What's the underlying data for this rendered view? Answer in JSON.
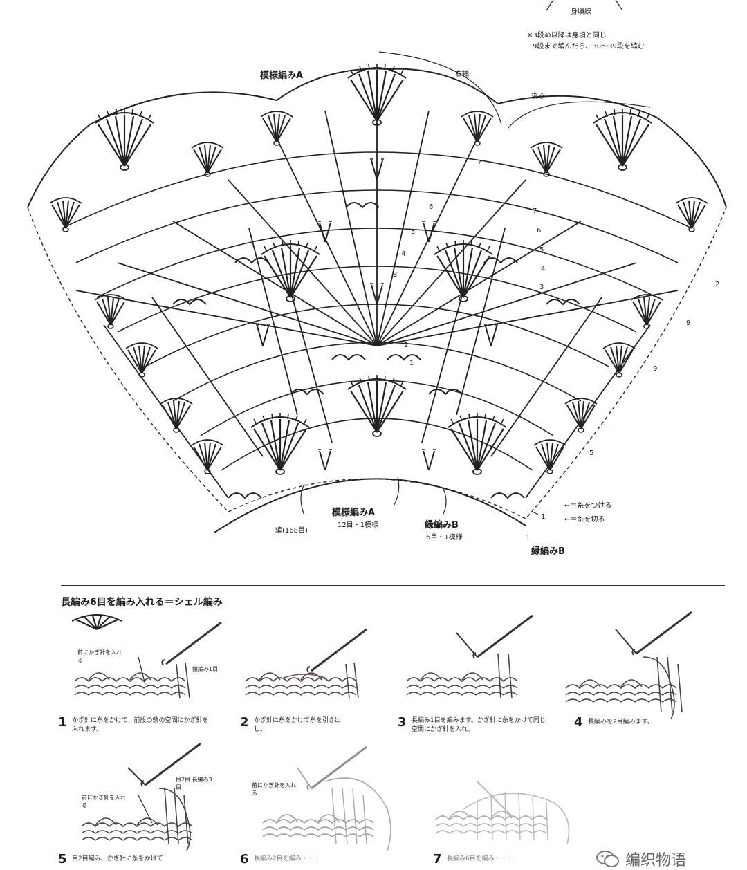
{
  "top": {
    "header_label": "身頃線",
    "note_line1": "※3段め以降は身頃と同じ",
    "note_line2": "9段まで編んだら、30〜39段を編む",
    "pattern_a_label": "模様編みA",
    "right_label": "右袖",
    "left_label": "後ろ",
    "row_markers": [
      "2",
      "9",
      "9",
      "5",
      "1",
      "1"
    ],
    "inner_row_numbers": [
      "7",
      "6",
      "5",
      "4",
      "3",
      "7",
      "6",
      "5",
      "4",
      "3",
      "2",
      "1"
    ]
  },
  "bottom_labels": {
    "start_count": "編(168目)",
    "pattern_a_title": "模様編みA",
    "pattern_a_repeat": "12目・1模様",
    "edge_b_title": "縁編みB",
    "edge_b_repeat": "6目・1模様",
    "edge_b_title2": "縁編みB",
    "legend_attach": "←＝糸をつける",
    "legend_cut": "←＝糸を切る"
  },
  "section": {
    "title": "長編み6目を編み入れる＝シェル編み"
  },
  "steps": [
    {
      "num": "1",
      "callout": "前にかぎ針を入れる",
      "callout2": "鎖編み1目",
      "caption": "かぎ針に糸をかけて、前段の鎖の空間にかぎ針を入れます。"
    },
    {
      "num": "2",
      "callout": "",
      "callout2": "",
      "caption": "かぎ針に糸をかけて糸を引き出し。"
    },
    {
      "num": "3",
      "callout": "",
      "callout2": "",
      "caption": "長編み1目を編みます。かぎ針に糸をかけて同じ空間にかぎ針を入れ。"
    },
    {
      "num": "4",
      "callout": "",
      "callout2": "",
      "caption": "長編みを2目編みます。"
    },
    {
      "num": "5",
      "callout": "前にかぎ針を入れる",
      "callout2": "目2目 長編み3目",
      "caption": "目2目編み、かぎ針に糸をかけて"
    },
    {
      "num": "6",
      "callout": "前にかぎ針を入れる",
      "callout2": "",
      "caption": "長編み2目を編み・・・"
    },
    {
      "num": "7",
      "callout": "",
      "callout2": "",
      "caption": "長編み6目を編み・・・"
    }
  ],
  "watermark": "编织物语"
}
